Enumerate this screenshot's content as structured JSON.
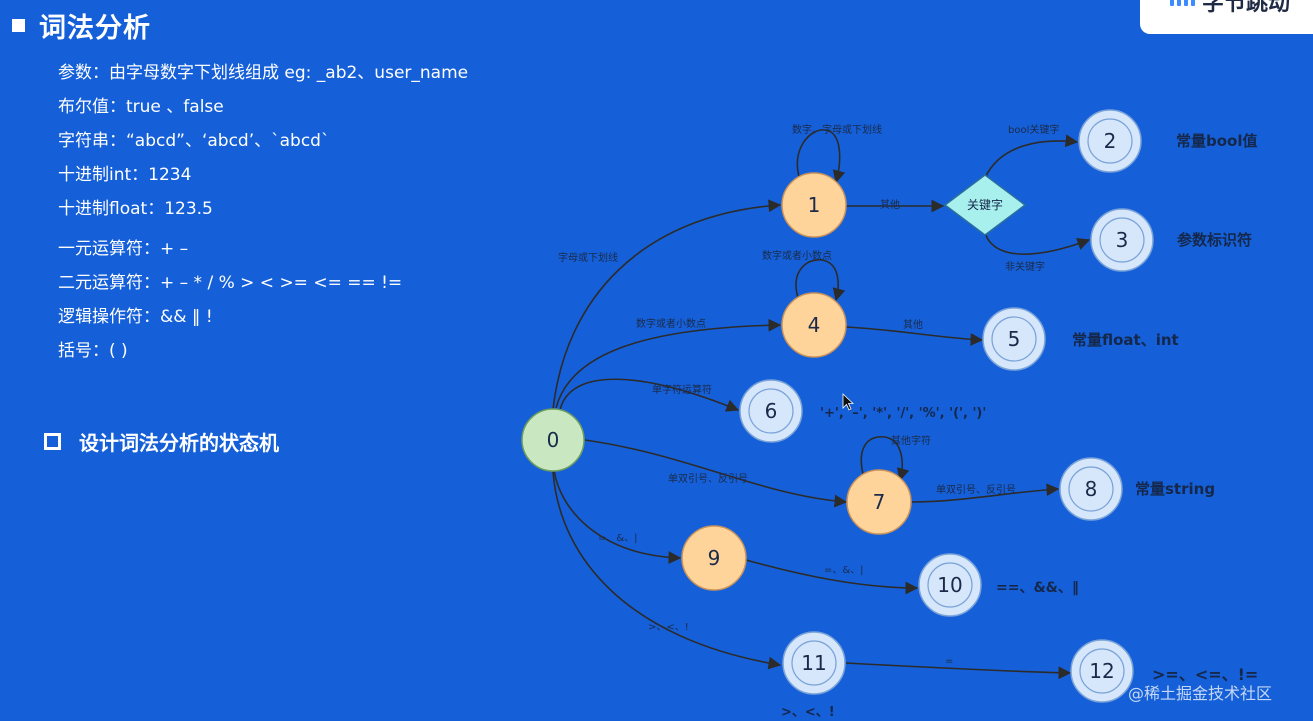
{
  "header": {
    "title": "词法分析",
    "logo_text": "字节跳动"
  },
  "lines": [
    "参数：由字母数字下划线组成 eg: _ab2、user_name",
    "布尔值：true 、false",
    "字符串：“abcd”、‘abcd’、`abcd`",
    "十进制int：1234",
    "十进制float：123.5",
    "一元运算符：+ –",
    "二元运算符：+ – * / % > < >= <= == !=",
    "逻辑操作符：&& ‖ !",
    "括号：( )"
  ],
  "subtitle": "设计词法分析的状态机",
  "diagram": {
    "nodes": {
      "n0": "0",
      "n1": "1",
      "n2": "2",
      "n3": "3",
      "n4": "4",
      "n5": "5",
      "n6": "6",
      "n7": "7",
      "n8": "8",
      "n9": "9",
      "n10": "10",
      "n11": "11",
      "n12": "12"
    },
    "decision": "关键字",
    "edges": {
      "e0_1": "字母或下划线",
      "e1_loop": "数字、字母或下划线",
      "e1_kw": "其他",
      "kw_2": "bool关键字",
      "kw_3": "非关键字",
      "e4_loop": "数字或者小数点",
      "e0_4": "数字或者小数点",
      "e4_5": "其他",
      "e0_6": "单字符运算符",
      "e7_loop": "其他字符",
      "e0_7": "单双引号、反引号",
      "e7_8": "单双引号、反引号",
      "e0_9": "=、&、|",
      "e9_10": "=、&、|",
      "e0_11": ">、<、!",
      "e11_12": "="
    },
    "state_labels": {
      "s2": "常量bool值",
      "s3": "参数标识符",
      "s5": "常量float、int",
      "s6": "'+', '–', '*', '/', '%', '(', ')'",
      "s8": "常量string",
      "s10": "==、&&、‖",
      "s11_below": ">、<、!",
      "s12": ">=、<=、!="
    }
  },
  "watermark": "@稀土掘金技术社区",
  "colors": {
    "background": "#1560d8",
    "start_node": "#c9e8c2",
    "middle_node": "#ffd49a",
    "final_node": "#d6e6fb",
    "decision": "#a8f0ee",
    "edge": "#2b2b2b"
  }
}
